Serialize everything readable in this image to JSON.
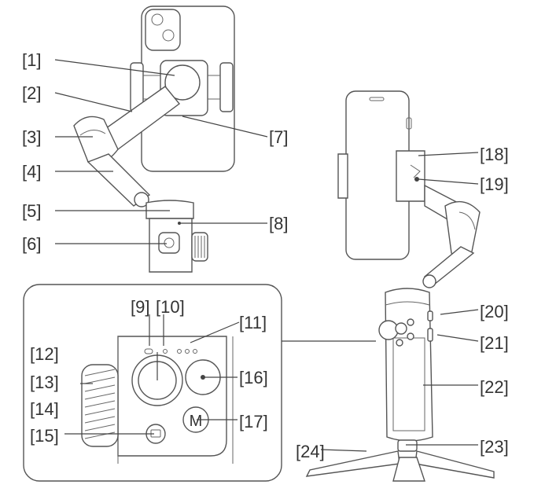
{
  "labels": {
    "l1": "[1]",
    "l2": "[2]",
    "l3": "[3]",
    "l4": "[4]",
    "l5": "[5]",
    "l6": "[6]",
    "l7": "[7]",
    "l8": "[8]",
    "l9": "[9]",
    "l10": "[10]",
    "l11": "[11]",
    "l12": "[12]",
    "l13": "[13]",
    "l14": "[14]",
    "l15": "[15]",
    "l16": "[16]",
    "l17": "[17]",
    "l18": "[18]",
    "l19": "[19]",
    "l20": "[20]",
    "l21": "[21]",
    "l22": "[22]",
    "l23": "[23]",
    "l24": "[24]"
  },
  "button_glyphs": {
    "mode": "M"
  },
  "icons": [
    "camera-lens-icon",
    "tripod-icon",
    "gimbal-icon",
    "smartphone-icon",
    "thumbwheel-icon"
  ],
  "colors": {
    "ink": "#333333",
    "outline": "#555555",
    "background": "#ffffff"
  }
}
